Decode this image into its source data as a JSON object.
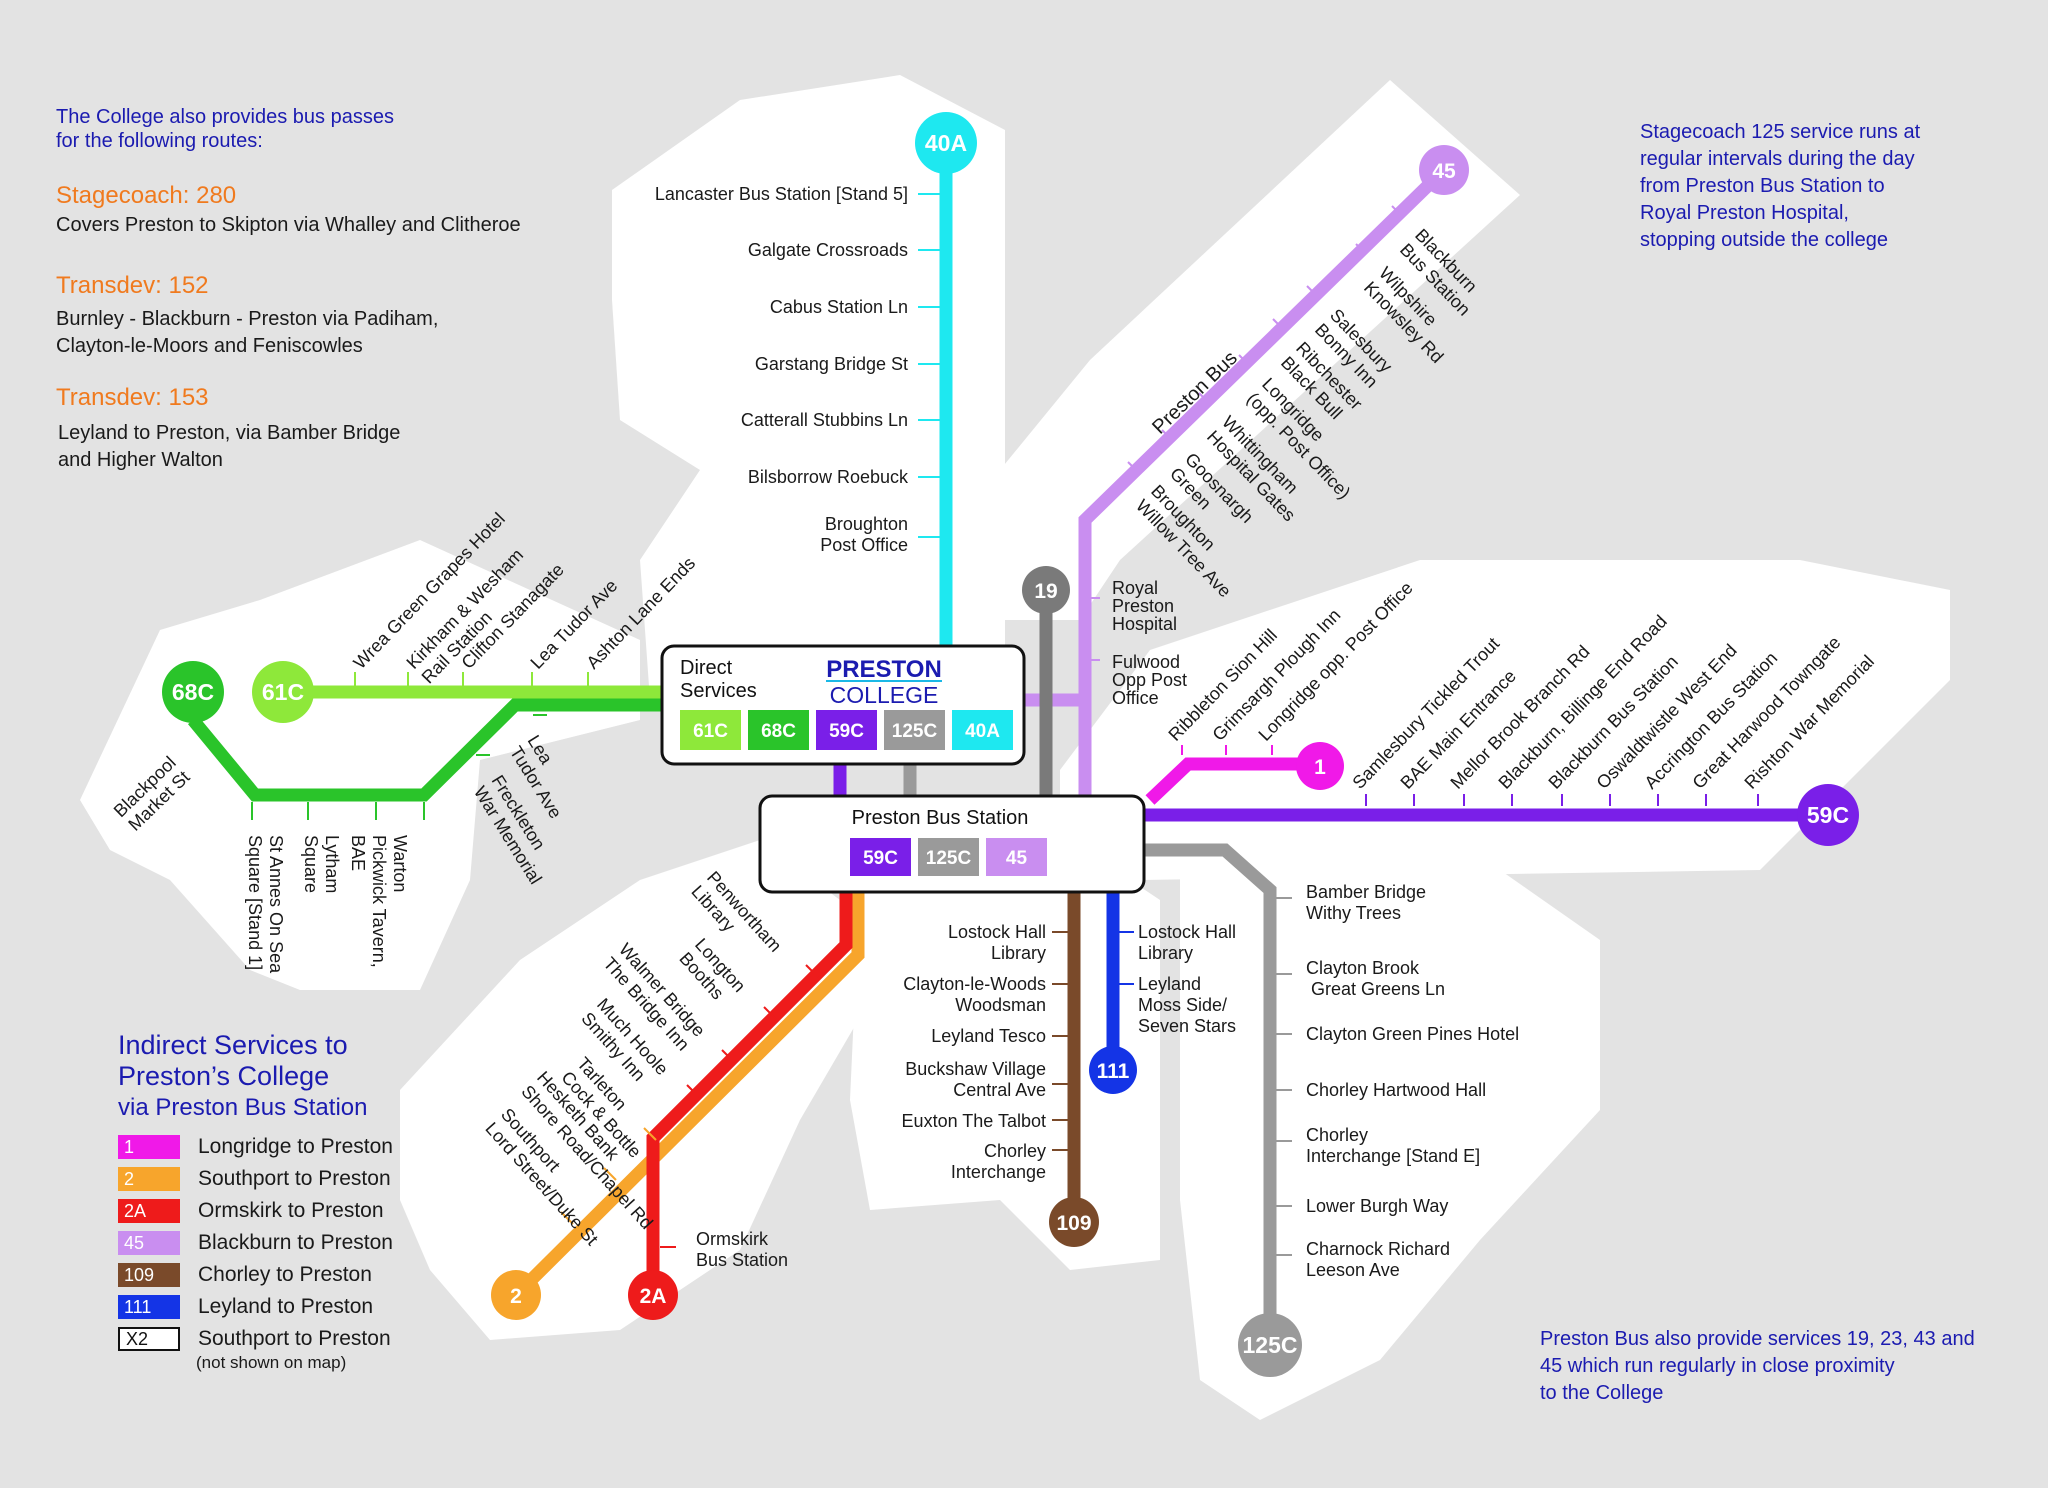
{
  "colors": {
    "r40A": "#1ee8f0",
    "r45": "#c98ef0",
    "r61C": "#8ee83a",
    "r68C": "#2ac42a",
    "r59C": "#7a1fe8",
    "r19": "#7a7a7a",
    "r125C": "#9a9a9a",
    "r1": "#f019e8",
    "r111": "#1434e6",
    "r109": "#7a4a2a",
    "r2": "#f7a52c",
    "r2A": "#ee1b1b",
    "navy": "#1b1bb0",
    "orange": "#f07a1e"
  },
  "intro": {
    "line1": "The College also provides bus passes",
    "line2": "for the following routes:",
    "op1_title": "Stagecoach: 280",
    "op1_desc": "Covers Preston to Skipton via Whalley  and Clitheroe",
    "op2_title": "Transdev: 152",
    "op2_desc1": "Burnley - Blackburn - Preston  via Padiham,",
    "op2_desc2": "Clayton-le-Moors and  Feniscowles",
    "op3_title": "Transdev: 153",
    "op3_desc1": "Leyland to Preston, via Bamber Bridge",
    "op3_desc2": "and Higher Walton"
  },
  "note_top": [
    "Stagecoach 125 service runs at",
    "regular intervals during the day",
    "from Preston Bus Station to",
    "Royal Preston Hospital,",
    "stopping outside the college"
  ],
  "note_bottom": [
    "Preston Bus also provide services  19, 23, 43 and",
    "45 which run regularly in close proximity",
    "to the College"
  ],
  "legend": {
    "title1": "Indirect Services to",
    "title2": "Preston’s College",
    "title3": "via Preston Bus Station",
    "items": [
      {
        "code": "1",
        "label": "Longridge to Preston"
      },
      {
        "code": "2",
        "label": "Southport to Preston"
      },
      {
        "code": "2A",
        "label": "Ormskirk to Preston"
      },
      {
        "code": "45",
        "label": "Blackburn to Preston"
      },
      {
        "code": "109",
        "label": "Chorley to Preston"
      },
      {
        "code": "111",
        "label": "Leyland to Preston"
      },
      {
        "code": "X2",
        "label": "Southport to Preston"
      }
    ],
    "x2_note": "(not shown on map)"
  },
  "hub_college": {
    "line1": "Direct",
    "line2": "Services",
    "logo1": "PRESTON",
    "logo2": "COLLEGE",
    "badges": [
      "61C",
      "68C",
      "59C",
      "125C",
      "40A"
    ]
  },
  "hub_bus": {
    "title": "Preston Bus Station",
    "badges": [
      "59C",
      "125C",
      "45"
    ]
  },
  "route_labels": {
    "r40A": "40A",
    "r45": "45",
    "r19": "19",
    "r61C": "61C",
    "r68C": "68C",
    "r1": "1",
    "r59C": "59C",
    "r111": "111",
    "r109": "109",
    "r125C": "125C",
    "r2": "2",
    "r2A": "2A",
    "preston_bus": "Preston Bus"
  },
  "stops_40A": [
    [
      "Lancaster   Bus Station [Stand 5]"
    ],
    [
      "Galgate  Crossroads"
    ],
    [
      "Cabus  Station Ln"
    ],
    [
      "Garstang  Bridge St"
    ],
    [
      "Catterall   Stubbins Ln"
    ],
    [
      "Bilsborrow   Roebuck"
    ],
    [
      "Broughton",
      "Post Office"
    ]
  ],
  "stops_45": [
    [
      "Blackburn",
      "Bus Station"
    ],
    [
      "Wilpshire",
      "Knowsley Rd"
    ],
    [
      "Salesbury",
      "Bonny Inn"
    ],
    [
      "Ribchester",
      "Black Bull"
    ],
    [
      "Longridge",
      "(opp. Post Office)"
    ],
    [
      "Whittingham",
      "Hospital Gates"
    ],
    [
      "Goosnargh",
      "Green"
    ],
    [
      "Broughton",
      "Willow Tree Ave"
    ]
  ],
  "stops_hospital": [
    [
      "Royal",
      "Preston",
      "Hospital"
    ],
    [
      "Fulwood",
      "Opp Post",
      "Office"
    ]
  ],
  "stops_61C": [
    [
      "Wrea Green  Grapes Hotel"
    ],
    [
      "Kirkham & Wesham",
      "Rail Station"
    ],
    [
      "Clifton  Stanagate"
    ],
    [
      "Lea Tudor Ave"
    ],
    [
      "Ashton  Lane Ends"
    ]
  ],
  "stops_68C_down": [
    [
      "Lea",
      "Tudor Ave"
    ],
    [
      "Freckleton",
      "War Memorial"
    ]
  ],
  "stops_68C_vertical": [
    [
      "St Annes On Sea",
      "Square [Stand 1]"
    ],
    [
      "Lytham",
      "Square"
    ],
    [
      "Warton",
      "Pickwick Tavern,",
      "BAE"
    ]
  ],
  "stops_68C_end": [
    [
      "Blackpool",
      "Market St"
    ]
  ],
  "stops_1": [
    [
      "Ribbleton  Sion Hill"
    ],
    [
      "Grimsargh  Plough Inn"
    ],
    [
      "Longridge  opp. Post Office"
    ]
  ],
  "stops_59C": [
    [
      "Samlesbury  Tickled Trout"
    ],
    [
      "BAE Main Entrance"
    ],
    [
      "Mellor Brook  Branch Rd"
    ],
    [
      "Blackburn, Billinge End Road"
    ],
    [
      "Blackburn  Bus Station"
    ],
    [
      "Oswaldtwistle  West End"
    ],
    [
      "Accrington  Bus Station"
    ],
    [
      "Great Harwood  Towngate"
    ],
    [
      "Rishton  War Memorial"
    ]
  ],
  "stops_125C": [
    [
      "Bamber Bridge",
      "Withy Trees"
    ],
    [
      "Clayton Brook",
      " Great Greens Ln"
    ],
    [
      "Clayton Green    Pines Hotel"
    ],
    [
      "Chorley   Hartwood Hall"
    ],
    [
      "Chorley",
      "Interchange [Stand E]"
    ],
    [
      "Lower Burgh Way"
    ],
    [
      "Charnock Richard",
      "Leeson Ave"
    ]
  ],
  "stops_111": [
    [
      "Lostock Hall",
      "Library"
    ],
    [
      "Leyland",
      "Moss Side/",
      "Seven Stars"
    ]
  ],
  "stops_109": [
    [
      "Lostock Hall",
      "Library"
    ],
    [
      "Clayton-le-Woods",
      "Woodsman"
    ],
    [
      "Leyland  Tesco"
    ],
    [
      "Buckshaw Village",
      "Central Ave"
    ],
    [
      "Euxton  The Talbot"
    ],
    [
      "Chorley",
      "Interchange"
    ]
  ],
  "stops_southwest": [
    [
      "Penwortham",
      "Library"
    ],
    [
      "Longton",
      "Booths"
    ],
    [
      "Walmer Bridge",
      "The Bridge Inn"
    ],
    [
      "Much Hoole",
      "Smithy Inn"
    ],
    [
      "Tarleton",
      "Cock & Bottle"
    ],
    [
      "Hesketh Bank",
      "Shore Road/Chapel Rd"
    ],
    [
      "Southport",
      "Lord Street/Duke St"
    ]
  ],
  "stops_2A_end": [
    [
      "Ormskirk",
      "Bus Station"
    ]
  ]
}
